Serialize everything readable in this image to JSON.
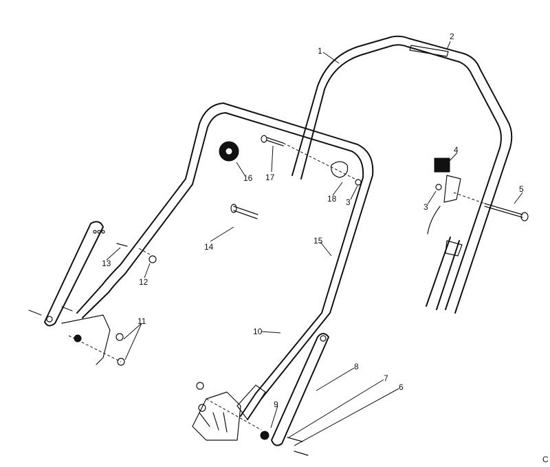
{
  "callouts": {
    "c1": "1",
    "c2": "2",
    "c3a": "3",
    "c3b": "3",
    "c4": "4",
    "c5": "5",
    "c6": "6",
    "c7": "7",
    "c8": "8",
    "c9": "9",
    "c10": "10",
    "c11": "11",
    "c12": "12",
    "c13": "13",
    "c14": "14",
    "c15": "15",
    "c16": "16",
    "c17": "17",
    "c18": "18"
  },
  "corner_mark": "C"
}
